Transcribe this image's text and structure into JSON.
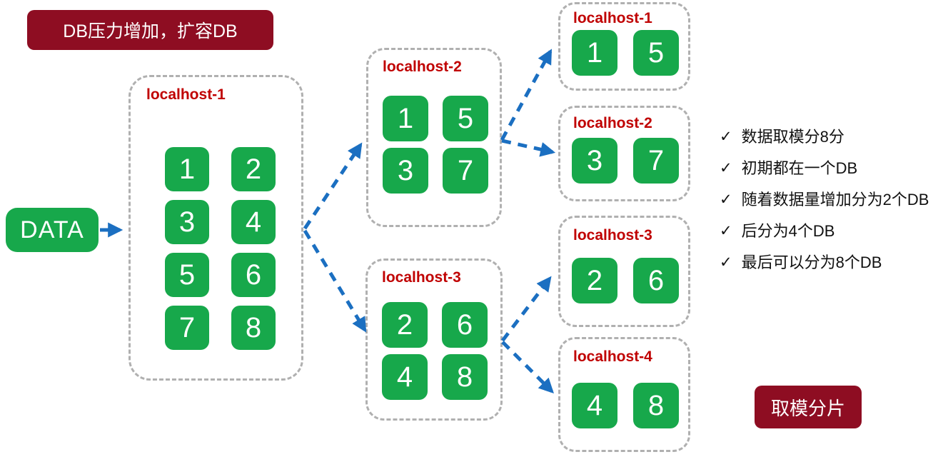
{
  "colors": {
    "shard_green": "#17A84B",
    "banner_maroon": "#8E0D22",
    "host_label_red": "#C00000",
    "arrow_blue": "#1B6FC1",
    "dashed_border_gray": "#B0B0B0"
  },
  "banner_top": {
    "label": "DB压力增加，扩容DB"
  },
  "banner_bottom": {
    "label": "取模分片"
  },
  "data_node": {
    "label": "DATA"
  },
  "stages": {
    "stage1": [
      {
        "title": "localhost-1",
        "shards": [
          "1",
          "2",
          "3",
          "4",
          "5",
          "6",
          "7",
          "8"
        ]
      }
    ],
    "stage2": [
      {
        "title": "localhost-2",
        "shards": [
          "1",
          "5",
          "3",
          "7"
        ]
      },
      {
        "title": "localhost-3",
        "shards": [
          "2",
          "6",
          "4",
          "8"
        ]
      }
    ],
    "stage3": [
      {
        "title": "localhost-1",
        "shards": [
          "1",
          "5"
        ]
      },
      {
        "title": "localhost-2",
        "shards": [
          "3",
          "7"
        ]
      },
      {
        "title": "localhost-3",
        "shards": [
          "2",
          "6"
        ]
      },
      {
        "title": "localhost-4",
        "shards": [
          "4",
          "8"
        ]
      }
    ]
  },
  "notes": {
    "bullet_glyph": "✓",
    "items": [
      "数据取模分8分",
      "初期都在一个DB",
      "随着数据量增加分为2个DB",
      "后分为4个DB",
      "最后可以分为8个DB"
    ]
  }
}
